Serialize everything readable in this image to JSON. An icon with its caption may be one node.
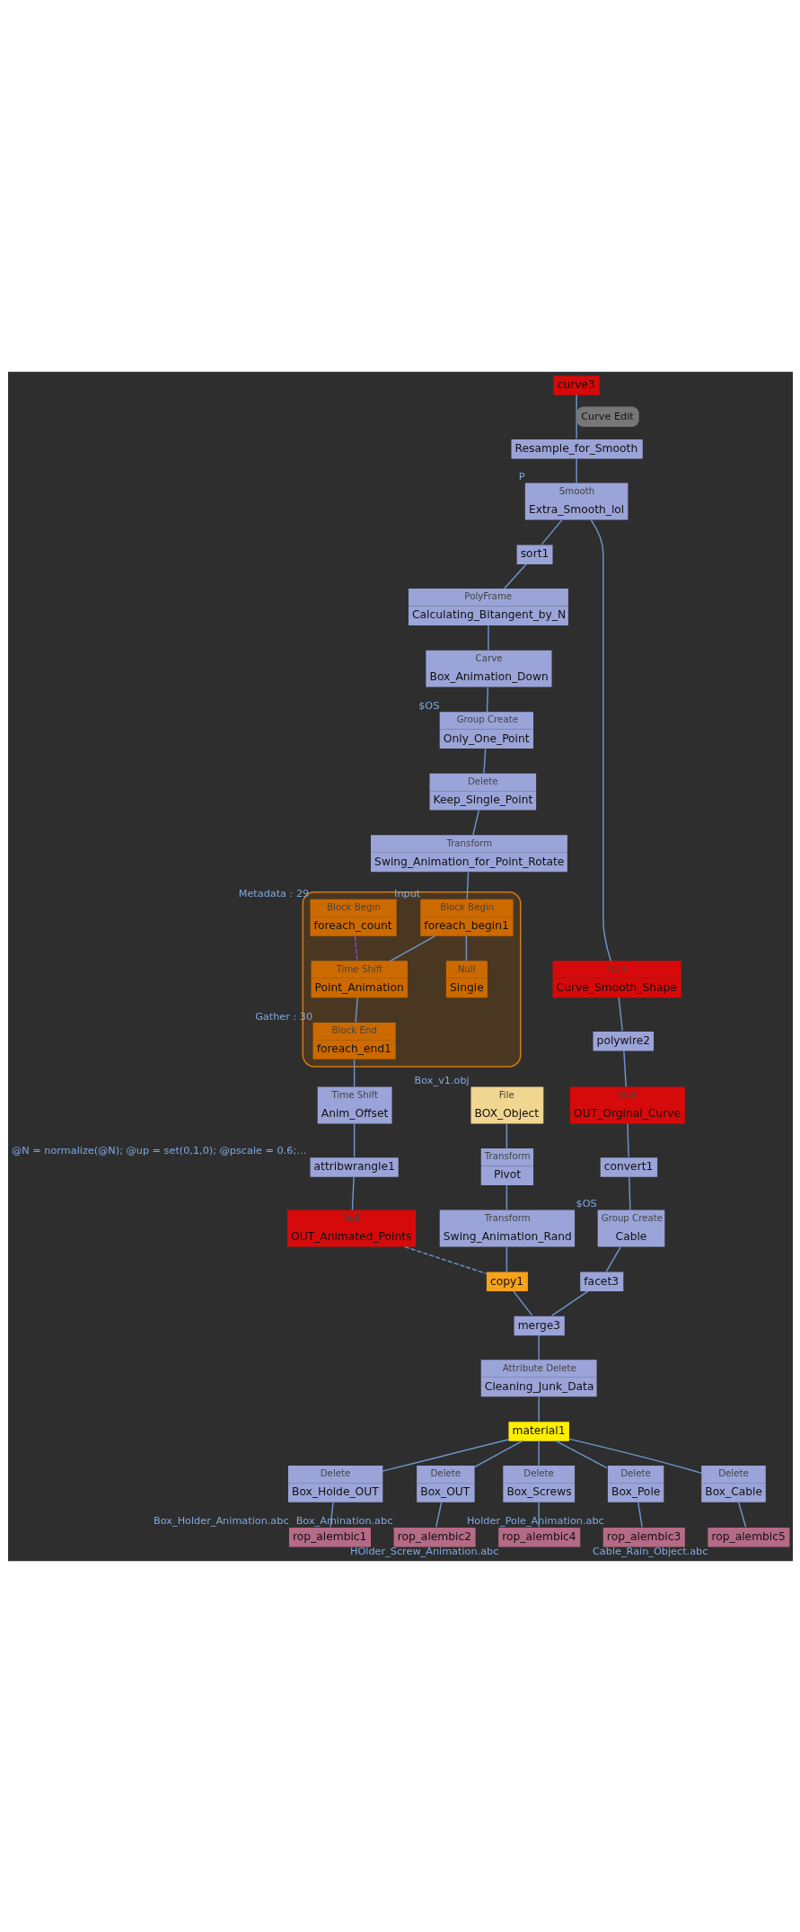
{
  "diagram": {
    "nodes": [
      {
        "text": [
          "curve3"
        ]
      },
      {
        "text": [
          "Resample_for_Smooth"
        ]
      },
      {
        "text": [
          "Smooth",
          "Extra_Smooth_lol"
        ],
        "beside": [
          "P"
        ]
      },
      {
        "text": [
          "sort1"
        ]
      },
      {
        "text": [
          "PolyFrame",
          "Calculating_Bitangent_by_N"
        ]
      },
      {
        "text": [
          "Carve",
          "Box_Animation_Down"
        ]
      },
      {
        "text": [
          "Group Create",
          "Only_One_Point"
        ],
        "beside": [
          "$OS"
        ]
      },
      {
        "text": [
          "Delete",
          "Keep_Single_Point"
        ]
      },
      {
        "text": [
          "Transform",
          "Swing_Animation_for_Point_Rotate"
        ]
      },
      {
        "text": [
          "Null",
          "Curve_Smooth_Shape"
        ]
      },
      {
        "text": [],
        "shape": "box"
      },
      {
        "text": [
          "Block Begin",
          "foreach_begin1"
        ],
        "beside": [
          "Input"
        ],
        "in": 10
      },
      {
        "text": [
          "Block Begin",
          "foreach_count"
        ],
        "beside": [
          "Metadata : 29"
        ],
        "in": 10
      },
      {
        "text": [
          "Time Shift",
          "Point_Animation"
        ],
        "in": 10
      },
      {
        "text": [
          "Block End",
          "foreach_end1"
        ],
        "beside": [
          "Gather : 30"
        ],
        "in": 10
      },
      {
        "text": [
          "Null",
          "Single"
        ],
        "in": 10
      },
      {
        "text": [
          "File",
          "BOX_Object"
        ],
        "beside": [
          "Box_v1.obj"
        ]
      },
      {
        "text": [
          "Time Shift",
          "Anim_Offset"
        ]
      },
      {
        "text": [
          "polywire2"
        ]
      },
      {
        "text": [
          "attribwrangle1"
        ],
        "beside": [
          "@N = normalize(@N); @up = set(0,1,0); @pscale = 0.6;…"
        ]
      },
      {
        "text": [
          "Transform",
          "Pivot"
        ]
      },
      {
        "text": [
          "Transform",
          "Swing_Animation_Rand"
        ]
      },
      {
        "text": [
          "Null",
          "OUT_Animated_Points"
        ]
      },
      {
        "text": [
          "Null",
          "OUT_Orginal_Curve"
        ]
      },
      {
        "text": [
          "copy1"
        ]
      },
      {
        "text": [
          "convert1"
        ]
      },
      {
        "text": [
          "Group Create",
          "Cable"
        ],
        "beside": [
          "$OS"
        ]
      },
      {
        "text": [
          "facet3"
        ]
      },
      {
        "text": [
          "merge3"
        ]
      },
      {
        "text": [
          "Attribute Delete",
          "Cleaning_Junk_Data"
        ]
      },
      {
        "text": [
          "material1"
        ]
      },
      {
        "text": [
          "Delete",
          "Box_Holde_OUT"
        ]
      },
      {
        "text": [
          "Delete",
          "Box_OUT"
        ]
      },
      {
        "text": [
          "Delete",
          "Box_Screws"
        ]
      },
      {
        "text": [
          "Delete",
          "Box_Pole"
        ]
      },
      {
        "text": [
          "Delete",
          "Box_Cable"
        ]
      },
      {
        "text": [
          "rop_alembic2"
        ],
        "beside": [
          "Box_Amination.abc"
        ]
      },
      {
        "text": [
          "rop_alembic3"
        ],
        "beside": [
          "Holder_Pole_Animation.abc"
        ]
      },
      {
        "text": [
          "rop_alembic1"
        ],
        "beside": [
          "Box_Holder_Animation.abc"
        ]
      },
      {
        "text": [
          "rop_alembic4"
        ],
        "beside": [
          "HOlder_Screw_Animation.abc"
        ]
      },
      {
        "text": [
          "rop_alembic5"
        ],
        "beside": [
          "Cable_Rain_Object.abc"
        ]
      }
    ],
    "edges": [
      {
        "from": 0,
        "to": 1,
        "arrow": "none",
        "label": "Curve Edit"
      },
      {
        "from": 1,
        "to": 2,
        "arrow": "none"
      },
      {
        "from": 2,
        "to": 3,
        "arrow": "none"
      },
      {
        "from": 2,
        "to": 9,
        "arrow": "none"
      },
      {
        "from": 3,
        "to": 4,
        "arrow": "none"
      },
      {
        "from": 4,
        "to": 5,
        "arrow": "none"
      },
      {
        "from": 5,
        "to": 6,
        "arrow": "none"
      },
      {
        "from": 6,
        "to": 7,
        "arrow": "none"
      },
      {
        "from": 7,
        "to": 8,
        "arrow": "none"
      },
      {
        "from": 8,
        "to": 11,
        "arrow": "none"
      },
      {
        "from": 11,
        "to": 13,
        "arrow": "none"
      },
      {
        "from": 11,
        "to": 15,
        "arrow": "none"
      },
      {
        "from": 12,
        "to": 13,
        "arrow": "none",
        "style": "dashed",
        "color": "#7b52d6"
      },
      {
        "from": 13,
        "to": 14,
        "arrow": "none"
      },
      {
        "from": 14,
        "to": 17,
        "arrow": "none"
      },
      {
        "from": 9,
        "to": 18,
        "arrow": "none"
      },
      {
        "from": 17,
        "to": 19,
        "arrow": "none"
      },
      {
        "from": 19,
        "to": 22,
        "arrow": "none"
      },
      {
        "from": 16,
        "to": 20,
        "arrow": "none"
      },
      {
        "from": 20,
        "to": 21,
        "arrow": "none"
      },
      {
        "from": 18,
        "to": 23,
        "arrow": "none"
      },
      {
        "from": 21,
        "to": 24,
        "arrow": "none"
      },
      {
        "from": 22,
        "to": 24,
        "arrow": "none",
        "style": "dashed"
      },
      {
        "from": 23,
        "to": 25,
        "arrow": "none"
      },
      {
        "from": 25,
        "to": 26,
        "arrow": "none"
      },
      {
        "from": 26,
        "to": 27,
        "arrow": "none"
      },
      {
        "from": 24,
        "to": 28,
        "arrow": "none"
      },
      {
        "from": 27,
        "to": 28,
        "arrow": "none"
      },
      {
        "from": 28,
        "to": 29,
        "arrow": "none"
      },
      {
        "from": 29,
        "to": 30,
        "arrow": "none"
      },
      {
        "from": 30,
        "to": 31,
        "arrow": "none"
      },
      {
        "from": 30,
        "to": 32,
        "arrow": "none"
      },
      {
        "from": 30,
        "to": 33,
        "arrow": "none"
      },
      {
        "from": 30,
        "to": 34,
        "arrow": "none"
      },
      {
        "from": 30,
        "to": 35,
        "arrow": "none"
      },
      {
        "from": 31,
        "to": 38,
        "arrow": "none"
      },
      {
        "from": 32,
        "to": 36,
        "arrow": "none"
      },
      {
        "from": 33,
        "to": 39,
        "arrow": "none"
      },
      {
        "from": 34,
        "to": 37,
        "arrow": "none"
      },
      {
        "from": 35,
        "to": 40,
        "arrow": "none"
      }
    ]
  }
}
